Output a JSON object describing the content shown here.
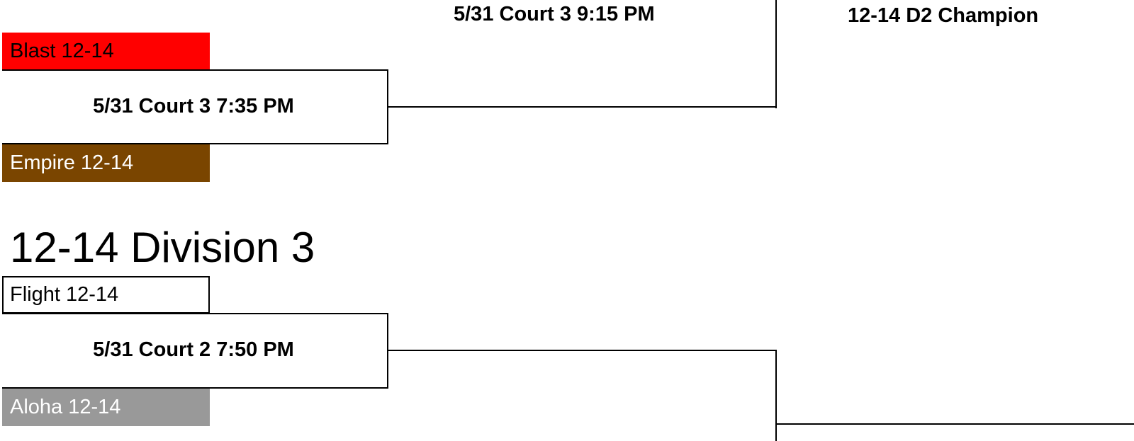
{
  "division2": {
    "final_game_label": "5/31 Court 3 9:15 PM",
    "champion_label": "12-14 D2 Champion",
    "game": {
      "label": "5/31 Court 3 7:35 PM",
      "team_top": {
        "name": "Blast 12-14",
        "color": "#ff0000",
        "text_color": "#000000"
      },
      "team_bottom": {
        "name": "Empire 12-14",
        "color": "#7a4500",
        "text_color": "#ffffff"
      }
    }
  },
  "division3": {
    "title": "12-14 Division 3",
    "game": {
      "label": "5/31 Court 2 7:50 PM",
      "team_top": {
        "name": "Flight 12-14",
        "color": "#ffffff",
        "text_color": "#000000"
      },
      "team_bottom": {
        "name": "Aloha 12-14",
        "color": "#999999",
        "text_color": "#ffffff"
      }
    }
  }
}
